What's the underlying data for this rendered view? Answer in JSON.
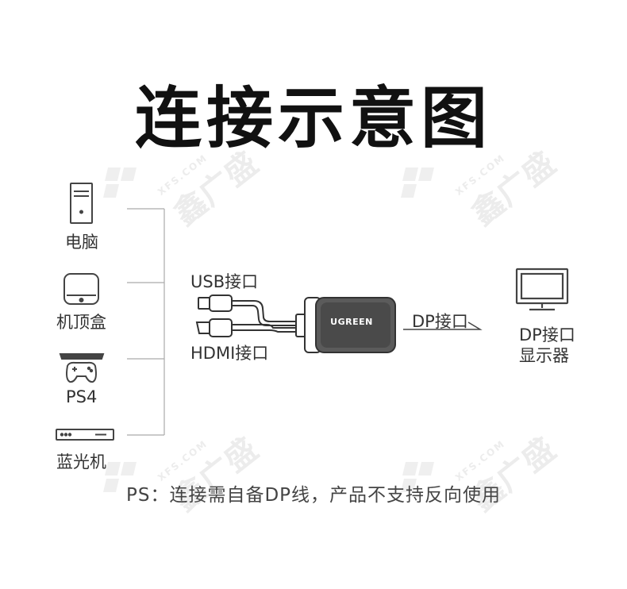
{
  "title": "连接示意图",
  "sources": [
    {
      "label": "电脑",
      "icon": "desktop-pc-icon"
    },
    {
      "label": "机顶盒",
      "icon": "set-top-box-icon"
    },
    {
      "label": "PS4",
      "icon": "game-console-icon"
    },
    {
      "label": "蓝光机",
      "icon": "blu-ray-player-icon"
    }
  ],
  "adapter": {
    "brand": "UGREEN",
    "usb_label": "USB接口",
    "hdmi_label": "HDMI接口",
    "dp_label": "DP接口"
  },
  "target": {
    "line1": "DP接口",
    "line2": "显示器",
    "icon": "monitor-icon"
  },
  "note": "PS：连接需自备DP线，产品不支持反向使用",
  "watermark": {
    "text": "鑫广盛",
    "site": "XFS.COM"
  }
}
